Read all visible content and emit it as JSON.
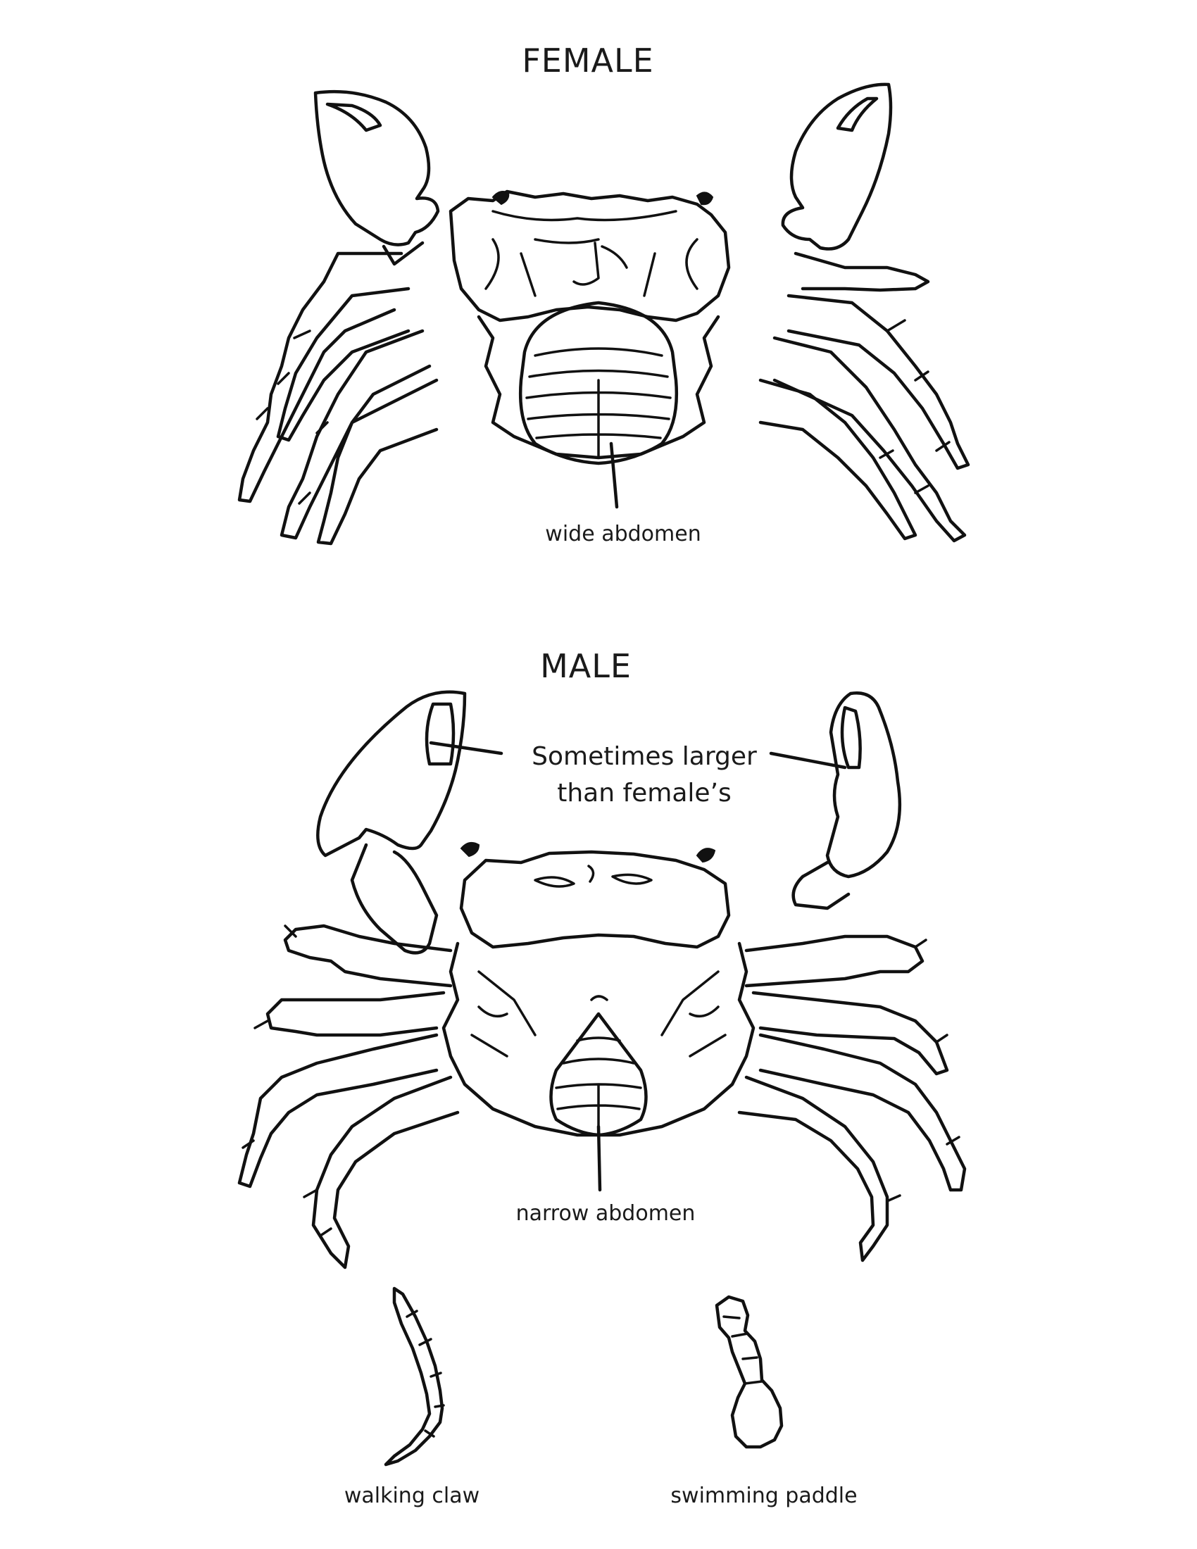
{
  "female": {
    "heading": "FEMALE",
    "abdomen_label": "wide abdomen"
  },
  "male": {
    "heading": "MALE",
    "claw_note_line1": "Sometimes larger",
    "claw_note_line2": "than female’s",
    "abdomen_label": "narrow abdomen"
  },
  "legs": {
    "walking_label": "walking claw",
    "swimming_label": "swimming paddle"
  }
}
